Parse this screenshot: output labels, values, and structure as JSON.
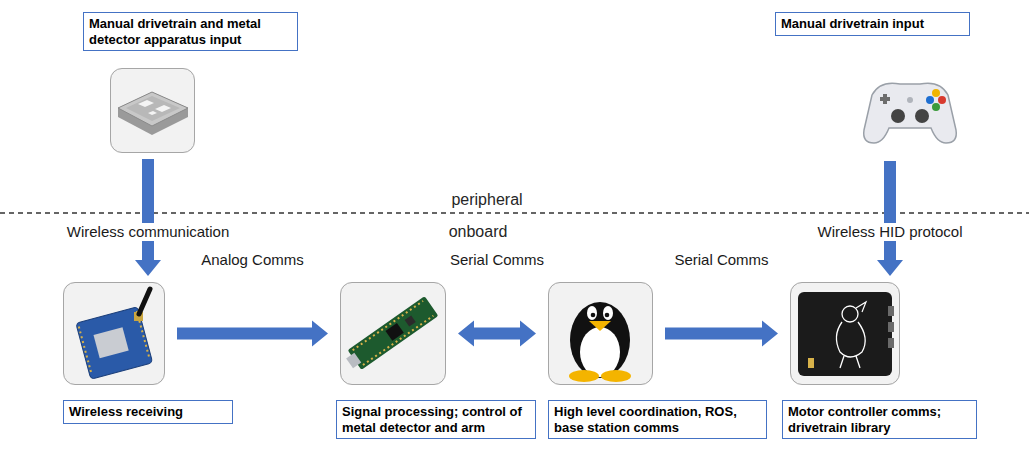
{
  "diagram": {
    "nodes": [
      {
        "text": [
          "Manual drivetrain and metal detector apparatus input"
        ]
      },
      {
        "text": [
          "Manual drivetrain input"
        ]
      },
      {
        "text": [
          "Wireless receiving"
        ]
      },
      {
        "text": [
          "Signal processing; control of metal detector and arm"
        ]
      },
      {
        "text": [
          "High level coordination, ROS, base station comms"
        ]
      },
      {
        "text": [
          "Motor controller comms; drivetrain library"
        ]
      }
    ],
    "edges": [
      {
        "from": 0,
        "to": 2,
        "arrow": "to",
        "label": "Wireless communication"
      },
      {
        "from": 2,
        "to": 3,
        "arrow": "to",
        "label": "Analog Comms"
      },
      {
        "from": 3,
        "to": 4,
        "arrow": "both",
        "label": "Serial Comms"
      },
      {
        "from": 4,
        "to": 5,
        "arrow": "to",
        "label": "Serial Comms"
      },
      {
        "from": 1,
        "to": 5,
        "arrow": "to",
        "label": "Wireless HID protocol"
      }
    ],
    "labels": [
      "peripheral",
      "onboard"
    ]
  }
}
